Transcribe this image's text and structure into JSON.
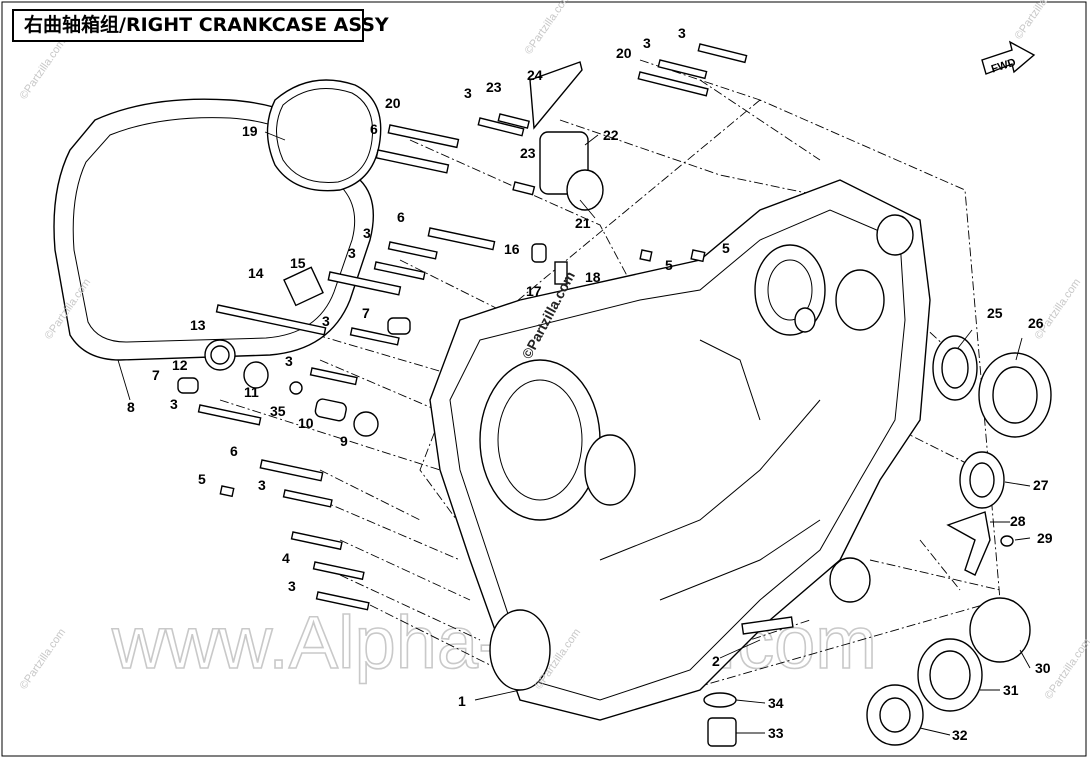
{
  "title": "右曲轴箱组/RIGHT CRANKCASE ASSY",
  "fwd_label": "FWD",
  "watermark": "www.Alpha-Sports.com",
  "stamp": "©Partzilla.com",
  "colors": {
    "line": "#000000",
    "watermark": "#c9c9c9",
    "background": "#ffffff"
  },
  "callouts": {
    "c1": "1",
    "c2": "2",
    "c3a": "3",
    "c3b": "3",
    "c3c": "3",
    "c3d": "3",
    "c3e": "3",
    "c3f": "3",
    "c3g": "3",
    "c3h": "3",
    "c3i": "3",
    "c3j": "3",
    "c4": "4",
    "c5a": "5",
    "c5b": "5",
    "c5c": "5",
    "c6a": "6",
    "c6b": "6",
    "c6c": "6",
    "c7a": "7",
    "c7b": "7",
    "c8": "8",
    "c9": "9",
    "c10": "10",
    "c11": "11",
    "c12": "12",
    "c13": "13",
    "c14": "14",
    "c15": "15",
    "c16": "16",
    "c17": "17",
    "c18": "18",
    "c19": "19",
    "c20a": "20",
    "c20b": "20",
    "c21": "21",
    "c22": "22",
    "c23a": "23",
    "c23b": "23",
    "c24": "24",
    "c25": "25",
    "c26": "26",
    "c27": "27",
    "c28": "28",
    "c29": "29",
    "c30": "30",
    "c31": "31",
    "c32": "32",
    "c33": "33",
    "c34": "34",
    "c35": "35"
  }
}
